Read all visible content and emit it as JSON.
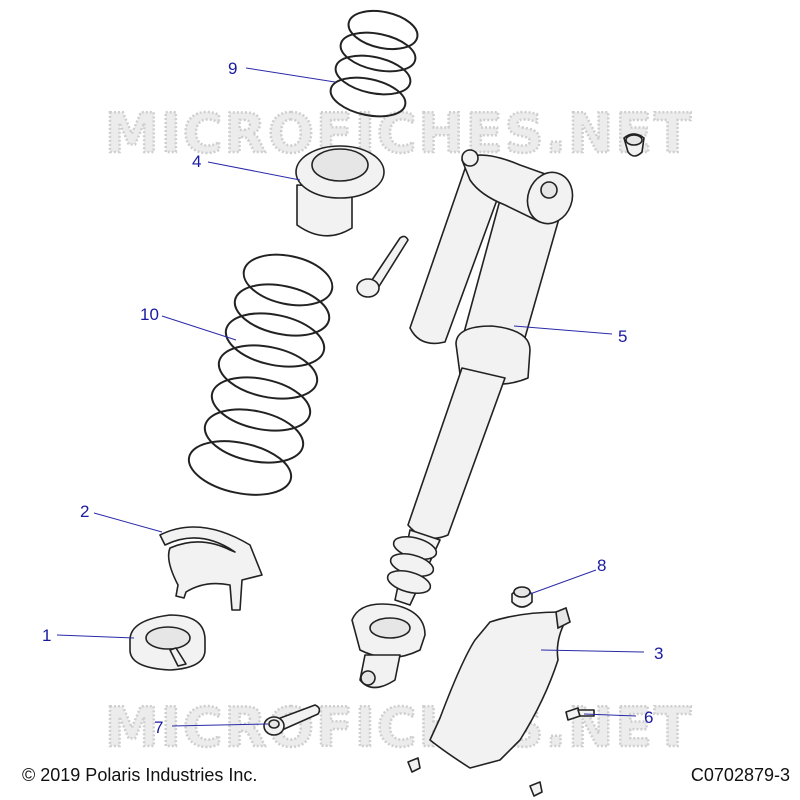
{
  "watermark": "MICROFICHES.NET",
  "footer": {
    "copyright": "© 2019 Polaris Industries Inc.",
    "drawing_id": "C0702879-3"
  },
  "callouts": {
    "c1": "1",
    "c2": "2",
    "c3": "3",
    "c4": "4",
    "c5": "5",
    "c6": "6",
    "c7": "7",
    "c8": "8",
    "c9": "9",
    "c10": "10"
  },
  "colors": {
    "callout": "#1a1aa0",
    "line_art": "#222222",
    "part_fill": "#f2f2f2",
    "watermark": "#cfcfcf"
  }
}
